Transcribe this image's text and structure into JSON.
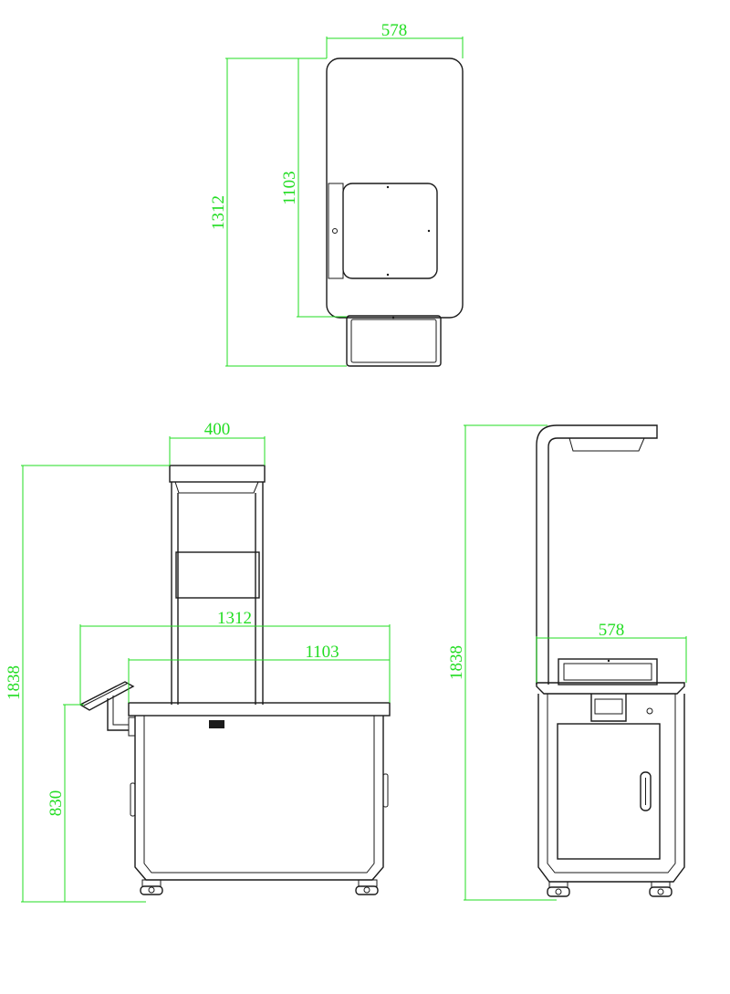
{
  "colors": {
    "outline": "#1a1a1a",
    "dimension": "#22dd22",
    "background": "#ffffff"
  },
  "views": {
    "top": {
      "dim_width": "578",
      "dim_depth_total": "1312",
      "dim_depth_body": "1103"
    },
    "front": {
      "dim_column_width": "400",
      "dim_height_total": "1838",
      "dim_width_total": "1312",
      "dim_width_body": "1103",
      "dim_counter_height": "830"
    },
    "side": {
      "dim_height_total": "1838",
      "dim_width": "578"
    }
  }
}
